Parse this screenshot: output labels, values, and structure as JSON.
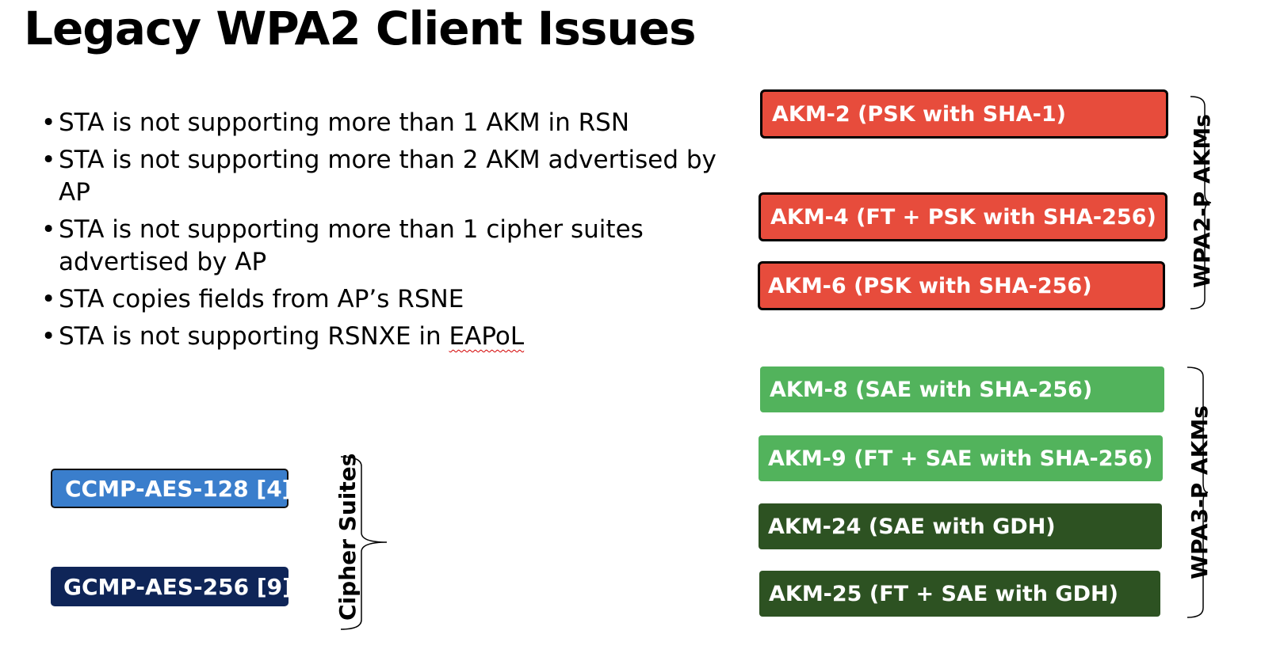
{
  "title": "Legacy WPA2 Client Issues",
  "bullets": [
    "STA is not supporting  more than 1 AKM in RSN",
    "STA is not supporting more than 2 AKM advertised by AP",
    "STA is not supporting more than 1 cipher suites advertised by AP",
    "STA copies fields from AP’s RSNE"
  ],
  "bullet5": {
    "prefix": "STA is not supporting RSNXE in ",
    "underlined": "EAPoL"
  },
  "wpa2_akms": {
    "label": "WPA2-P AKMs",
    "items": [
      "AKM-2 (PSK with SHA-1)",
      "AKM-4 (FT + PSK with SHA-256)",
      "AKM-6 (PSK with SHA-256)"
    ],
    "color": "#e74c3c"
  },
  "wpa3_akms": {
    "label": "WPA3-P AKMs",
    "items": [
      "AKM-8 (SAE with SHA-256)",
      "AKM-9 (FT + SAE with SHA-256)",
      "AKM-24 (SAE with GDH)",
      "AKM-25 (FT + SAE with GDH)"
    ],
    "colors": [
      "#52b35c",
      "#2d5222"
    ]
  },
  "cipher_suites": {
    "label": "Cipher  Suites",
    "items": [
      "CCMP-AES-128 [4]",
      "GCMP-AES-256 [9]"
    ],
    "colors": [
      "#3a7ecc",
      "#0f2558"
    ]
  }
}
